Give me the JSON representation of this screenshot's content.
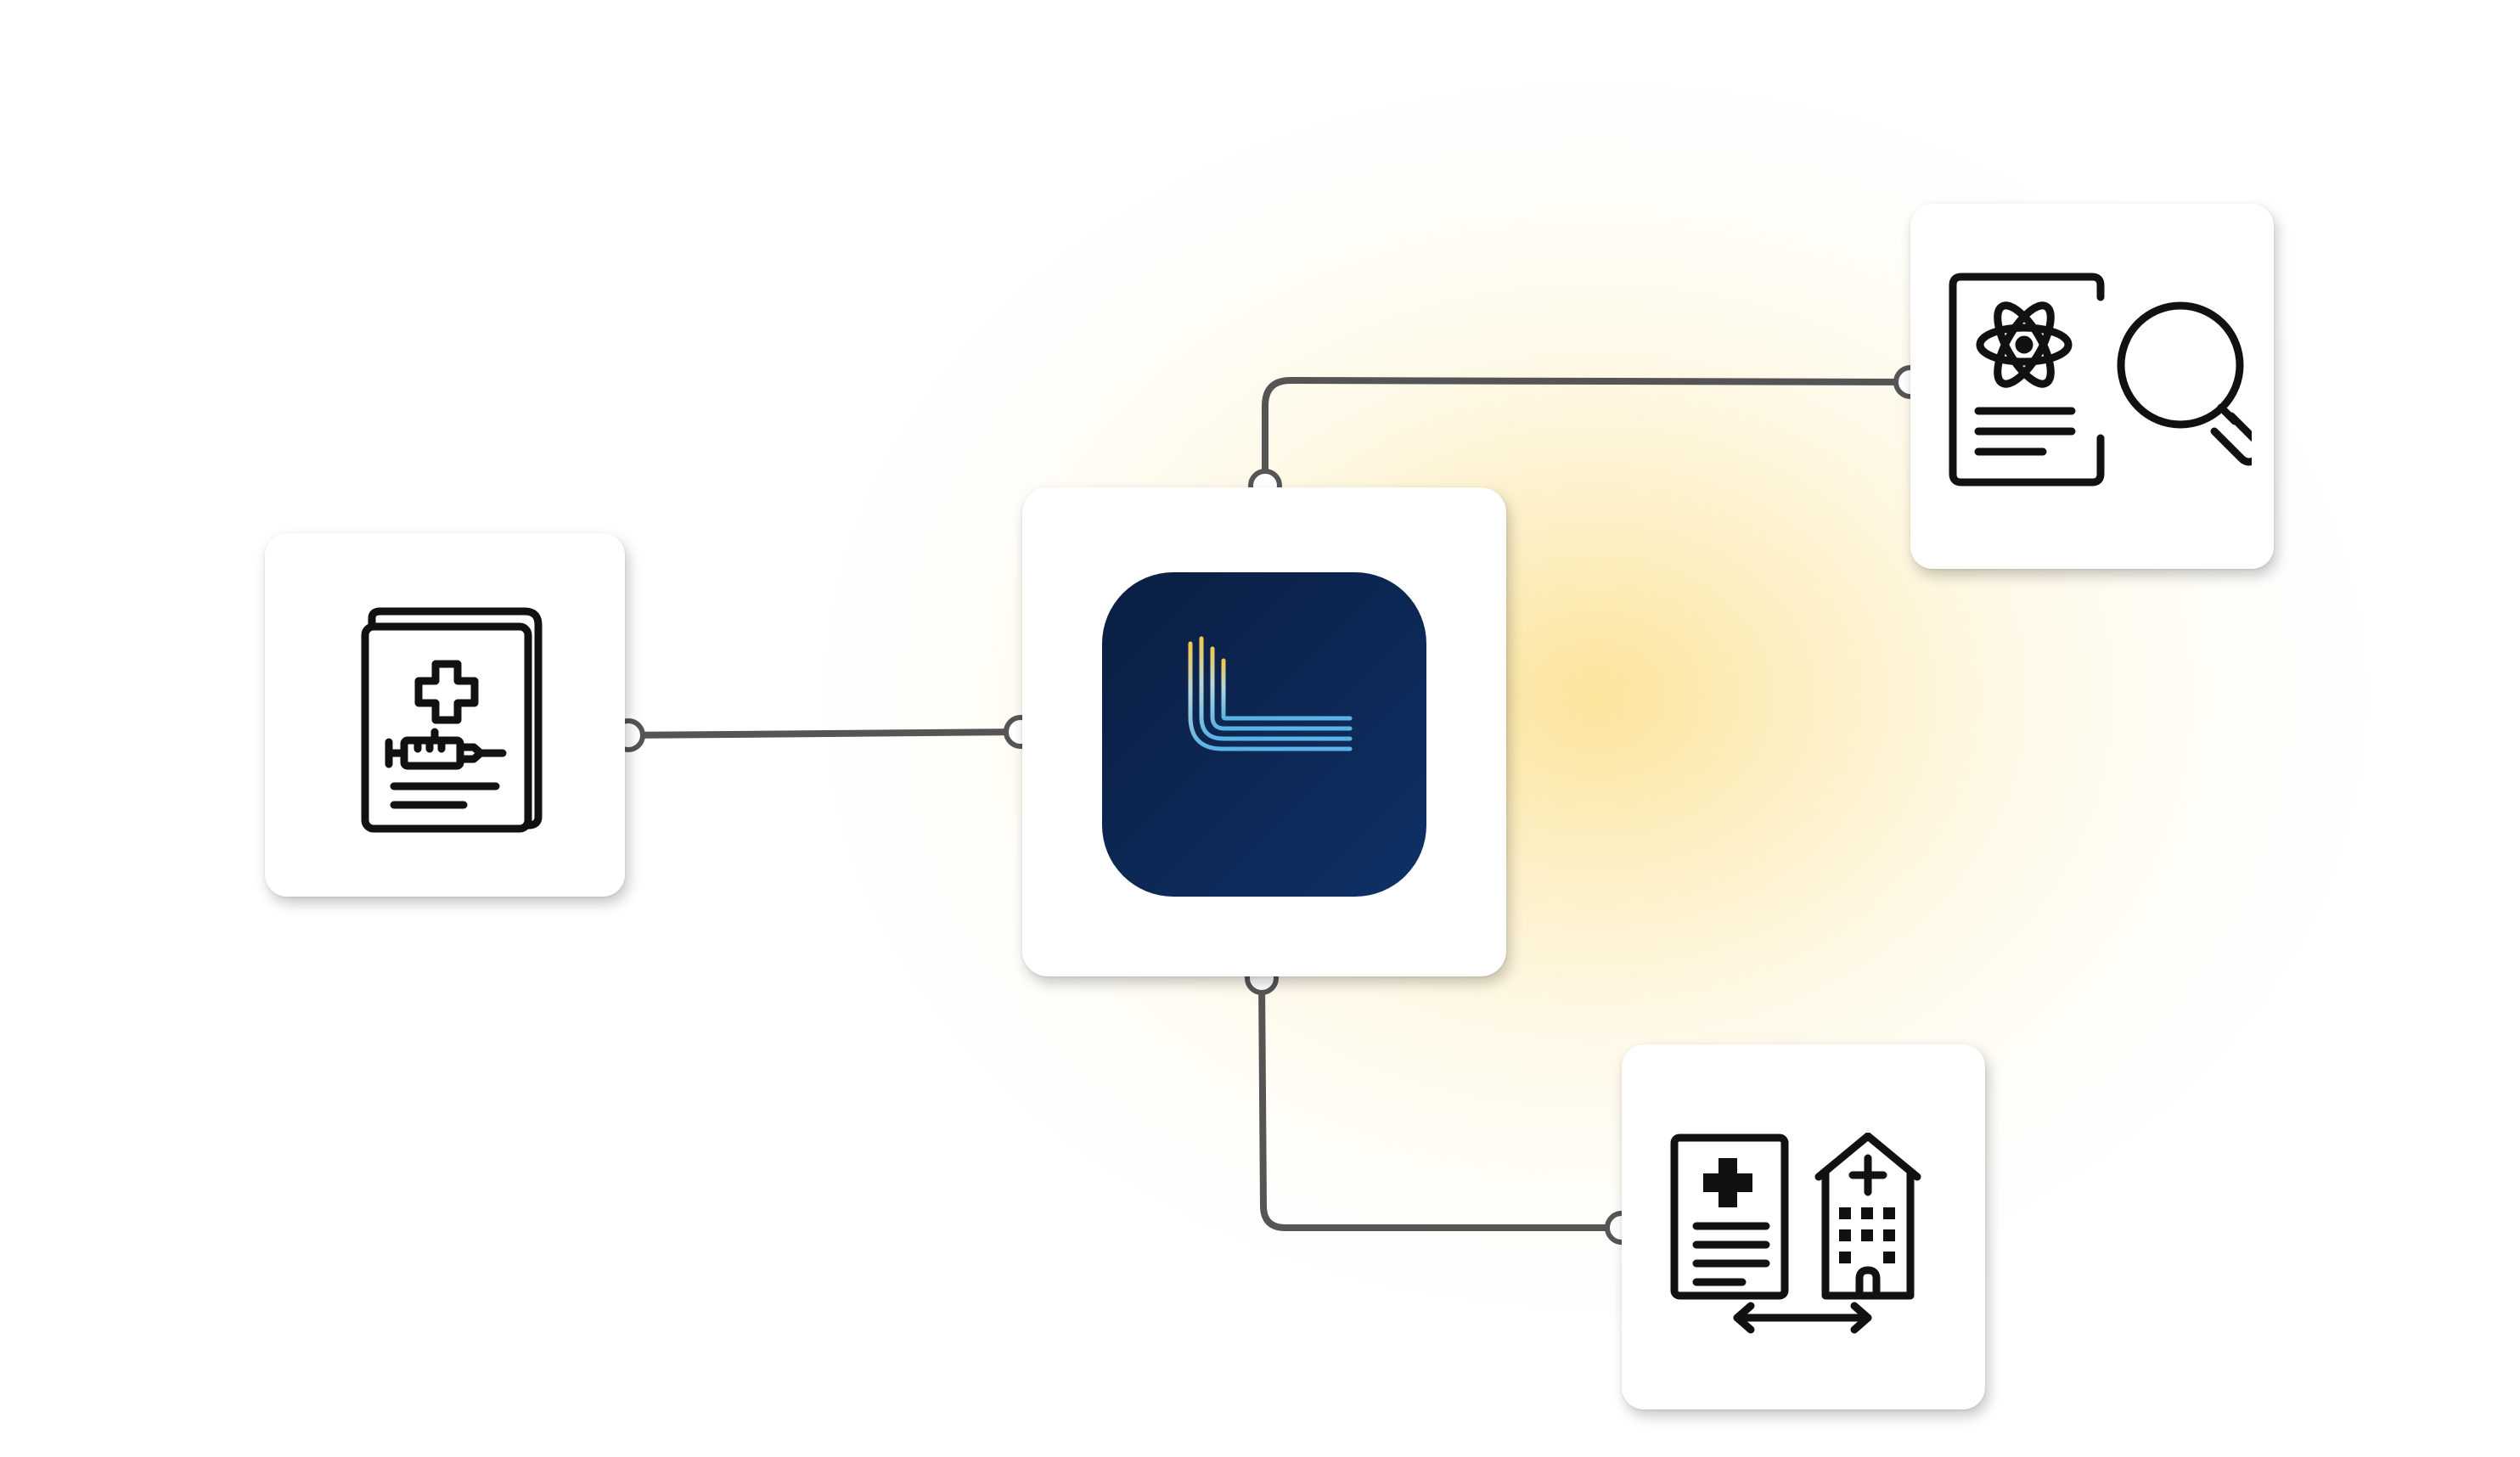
{
  "diagram": {
    "hub": {
      "icon": "health-app-logo-icon"
    },
    "nodes": [
      {
        "id": "left",
        "icon": "medical-record-vaccine-icon"
      },
      {
        "id": "top-right",
        "icon": "research-document-magnifier-icon"
      },
      {
        "id": "bottom-right",
        "icon": "medical-record-hospital-transfer-icon"
      }
    ],
    "edges": [
      {
        "from": "left",
        "to": "hub"
      },
      {
        "from": "hub",
        "to": "top-right"
      },
      {
        "from": "hub",
        "to": "bottom-right"
      }
    ]
  },
  "colors": {
    "background_glow": "#FBE296",
    "connector": "#555555",
    "app_tile_dark": "#0B2147",
    "app_tile_mid": "#0E2F63",
    "logo_gold": "#F2C94C",
    "logo_blue": "#5BB3E3",
    "icon_stroke": "#111111"
  }
}
